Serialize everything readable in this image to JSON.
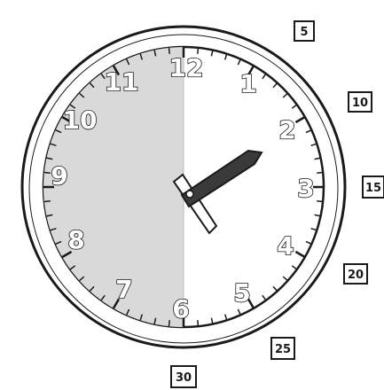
{
  "clock": {
    "hour_numbers": [
      "12",
      "1",
      "2",
      "3",
      "4",
      "5",
      "6",
      "7",
      "8",
      "9",
      "10",
      "11"
    ],
    "minute_labels": [
      "5",
      "10",
      "15",
      "20",
      "25",
      "30"
    ],
    "colors": {
      "outline": "#1a1a1a",
      "shaded_half": "#d9d9d9",
      "hand_dark": "#3a3a3a",
      "hand_light": "#ffffff",
      "face": "#ffffff"
    },
    "hour_hand_points_to": "2",
    "minute_hand_points_to": "5"
  }
}
